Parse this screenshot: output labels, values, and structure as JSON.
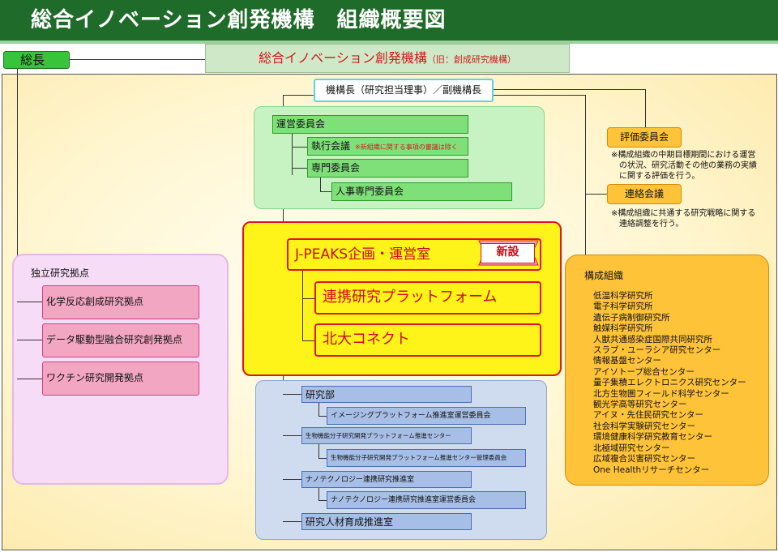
{
  "header": {
    "title": "総合イノベーション創発機構　組織概要図"
  },
  "president": {
    "label": "総長"
  },
  "org": {
    "name": "総合イノベーション創発機構",
    "former_name": "（旧：創成研究機構）"
  },
  "director": {
    "label": "機構長（研究担当理事）／副機構長"
  },
  "committees": {
    "steering": "運営委員会",
    "executive": "執行会議",
    "executive_note": "※新組織に関する事項の審議は除く",
    "expert": "専門委員会",
    "personnel": "人事専門委員会"
  },
  "jpeaks": {
    "office": "J-PEAKS企画・運営室",
    "new_badge": "新設",
    "platform": "連携研究プラットフォーム",
    "connect": "北大コネクト"
  },
  "independent": {
    "title": "独立研究拠点",
    "items": [
      "化学反応創成研究拠点",
      "データ駆動型融合研究創発拠点",
      "ワクチン研究開発拠点"
    ]
  },
  "research": {
    "dept": "研究部",
    "imaging": "イメージングプラットフォーム推進室運営委員会",
    "biofunc_center": "生物機能分子研究開発プラットフォーム推進センター",
    "biofunc_committee": "生物機能分子研究開発プラットフォーム推進センター管理委員会",
    "nano": "ナノテクノロジー連携研究推進室",
    "nano_committee": "ナノテクノロジー連携研究推進室運営委員会",
    "talent": "研究人材育成推進室"
  },
  "evaluation": {
    "label": "評価委員会",
    "note": [
      "※構成組織の中期目標期間における運営",
      "の状況、研究活動その他の業務の実績",
      "に関する評価を行う。"
    ]
  },
  "liaison": {
    "label": "連絡会議",
    "note": [
      "※構成組織に共通する研究戦略に関する",
      "連絡調整を行う。"
    ]
  },
  "constituent": {
    "title": "構成組織",
    "items": [
      "低温科学研究所",
      "電子科学研究所",
      "遺伝子病制御研究所",
      "触媒科学研究所",
      "人獣共通感染症国際共同研究所",
      "スラブ・ユーラシア研究センター",
      "情報基盤センター",
      "アイソトープ総合センター",
      "量子集積エレクトロニクス研究センター",
      "北方生物圏フィールド科学センター",
      "観光学高等研究センター",
      "アイヌ・先住民研究センター",
      "社会科学実験研究センター",
      "環境健康科学研究教育センター",
      "北極域研究センター",
      "広域複合災害研究センター",
      "One Healthリサーチセンター"
    ]
  },
  "colors": {
    "header_bg": "#1f6b2a",
    "accent_red": "#e0141e",
    "green": "#7fe07a",
    "yellow": "#fff41a",
    "orange": "#ffc33a",
    "blue": "#a7bfe6",
    "pink": "#f3a6c1"
  }
}
